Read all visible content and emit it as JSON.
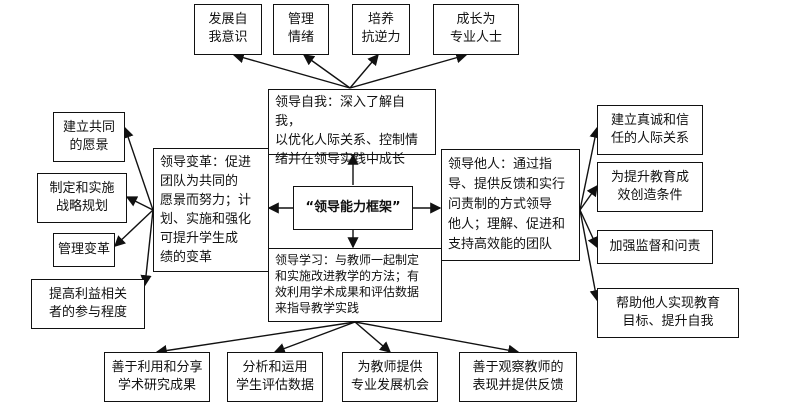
{
  "center": "“领导能力框架”",
  "self": {
    "main": "领导自我：深入了解自我，\n以优化人际关系、控制情\n绪并在领导实践中成长",
    "items": [
      "发展自\n我意识",
      "管理\n情绪",
      "培养\n抗逆力",
      "成长为\n专业人士"
    ]
  },
  "change": {
    "main": "领导变革：促进\n团队为共同的\n愿景而努力；计\n划、实施和强化\n可提升学生成\n绩的变革",
    "items": [
      "建立共同\n的愿景",
      "制定和实施\n战略规划",
      "管理变革",
      "提高利益相关\n者的参与程度"
    ]
  },
  "others": {
    "main": "领导他人：通过指\n导、提供反馈和实行\n问责制的方式领导\n他人；理解、促进和\n支持高效能的团队",
    "items": [
      "建立真诚和信\n任的人际关系",
      "为提升教育成\n效创造条件",
      "加强监督和问责",
      "帮助他人实现教育\n目标、提升自我"
    ]
  },
  "learning": {
    "main": "领导学习：与教师一起制定\n和实施改进教学的方法；有\n效利用学术成果和评估数据\n来指导教学实践",
    "items": [
      "善于利用和分享\n学术研究成果",
      "分析和运用\n学生评估数据",
      "为教师提供\n专业发展机会",
      "善于观察教师的\n表现并提供反馈"
    ]
  }
}
